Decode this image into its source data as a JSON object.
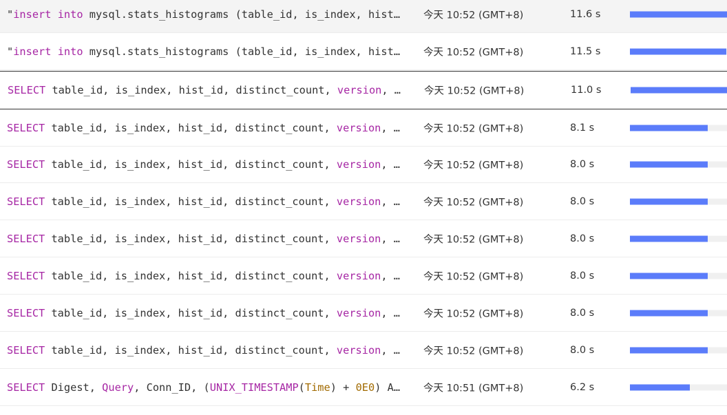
{
  "colors": {
    "bar_fill": "#5b7cfa",
    "keyword": "#a626a4",
    "number": "#a16a00",
    "text": "#333333"
  },
  "rows": [
    {
      "sql": [
        {
          "t": "\"",
          "k": "plain"
        },
        {
          "t": "insert",
          "k": "kw"
        },
        {
          "t": " ",
          "k": "plain"
        },
        {
          "t": "into",
          "k": "kw"
        },
        {
          "t": " mysql.stats_histograms (table_id, is_index, hist_id, distinct_count, version, null_count, tot_col_size, modify_count, stats_ver",
          "k": "plain"
        }
      ],
      "time": "今天 10:52 (GMT+8)",
      "duration": "11.6 s",
      "fraction": 1.0
    },
    {
      "sql": [
        {
          "t": "\"",
          "k": "plain"
        },
        {
          "t": "insert",
          "k": "kw"
        },
        {
          "t": " ",
          "k": "plain"
        },
        {
          "t": "into",
          "k": "kw"
        },
        {
          "t": " mysql.stats_histograms (table_id, is_index, hist_id, distinct_count, version, null_count, tot_col_size, modify_count, stats_ver",
          "k": "plain"
        }
      ],
      "time": "今天 10:52 (GMT+8)",
      "duration": "11.5 s",
      "fraction": 0.99
    },
    {
      "sql": [
        {
          "t": "SELECT",
          "k": "kw"
        },
        {
          "t": " table_id, is_index, hist_id, distinct_count, ",
          "k": "plain"
        },
        {
          "t": "version",
          "k": "kw"
        },
        {
          "t": ", null_count, tot_col_size, stats_ver, flag, correlation",
          "k": "plain"
        }
      ],
      "time": "今天 10:52 (GMT+8)",
      "duration": "11.0 s",
      "fraction": 0.99
    },
    {
      "sql": [
        {
          "t": "SELECT",
          "k": "kw"
        },
        {
          "t": " table_id, is_index, hist_id, distinct_count, ",
          "k": "plain"
        },
        {
          "t": "version",
          "k": "kw"
        },
        {
          "t": ", null_count, tot_col_size, stats_ver, flag, correlation",
          "k": "plain"
        }
      ],
      "time": "今天 10:52 (GMT+8)",
      "duration": "8.1 s",
      "fraction": 0.8
    },
    {
      "sql": [
        {
          "t": "SELECT",
          "k": "kw"
        },
        {
          "t": " table_id, is_index, hist_id, distinct_count, ",
          "k": "plain"
        },
        {
          "t": "version",
          "k": "kw"
        },
        {
          "t": ", null_count, tot_col_size, stats_ver, flag, correlation",
          "k": "plain"
        }
      ],
      "time": "今天 10:52 (GMT+8)",
      "duration": "8.0 s",
      "fraction": 0.8
    },
    {
      "sql": [
        {
          "t": "SELECT",
          "k": "kw"
        },
        {
          "t": " table_id, is_index, hist_id, distinct_count, ",
          "k": "plain"
        },
        {
          "t": "version",
          "k": "kw"
        },
        {
          "t": ", null_count, tot_col_size, stats_ver, flag, correlation",
          "k": "plain"
        }
      ],
      "time": "今天 10:52 (GMT+8)",
      "duration": "8.0 s",
      "fraction": 0.8
    },
    {
      "sql": [
        {
          "t": "SELECT",
          "k": "kw"
        },
        {
          "t": " table_id, is_index, hist_id, distinct_count, ",
          "k": "plain"
        },
        {
          "t": "version",
          "k": "kw"
        },
        {
          "t": ", null_count, tot_col_size, stats_ver, flag, correlation",
          "k": "plain"
        }
      ],
      "time": "今天 10:52 (GMT+8)",
      "duration": "8.0 s",
      "fraction": 0.8
    },
    {
      "sql": [
        {
          "t": "SELECT",
          "k": "kw"
        },
        {
          "t": " table_id, is_index, hist_id, distinct_count, ",
          "k": "plain"
        },
        {
          "t": "version",
          "k": "kw"
        },
        {
          "t": ", null_count, tot_col_size, stats_ver, flag, correlation",
          "k": "plain"
        }
      ],
      "time": "今天 10:52 (GMT+8)",
      "duration": "8.0 s",
      "fraction": 0.8
    },
    {
      "sql": [
        {
          "t": "SELECT",
          "k": "kw"
        },
        {
          "t": " table_id, is_index, hist_id, distinct_count, ",
          "k": "plain"
        },
        {
          "t": "version",
          "k": "kw"
        },
        {
          "t": ", null_count, tot_col_size, stats_ver, flag, correlation",
          "k": "plain"
        }
      ],
      "time": "今天 10:52 (GMT+8)",
      "duration": "8.0 s",
      "fraction": 0.8
    },
    {
      "sql": [
        {
          "t": "SELECT",
          "k": "kw"
        },
        {
          "t": " table_id, is_index, hist_id, distinct_count, ",
          "k": "plain"
        },
        {
          "t": "version",
          "k": "kw"
        },
        {
          "t": ", null_count, tot_col_size, stats_ver, flag, correlation",
          "k": "plain"
        }
      ],
      "time": "今天 10:52 (GMT+8)",
      "duration": "8.0 s",
      "fraction": 0.8
    },
    {
      "sql": [
        {
          "t": "SELECT",
          "k": "kw"
        },
        {
          "t": " Digest, ",
          "k": "plain"
        },
        {
          "t": "Query",
          "k": "kw"
        },
        {
          "t": ", Conn_ID, (",
          "k": "plain"
        },
        {
          "t": "UNIX_TIMESTAMP",
          "k": "kw"
        },
        {
          "t": "(",
          "k": "plain"
        },
        {
          "t": "Time",
          "k": "num"
        },
        {
          "t": ") + ",
          "k": "plain"
        },
        {
          "t": "0E0",
          "k": "num"
        },
        {
          "t": ") AS timestamp, Query_time",
          "k": "plain"
        }
      ],
      "time": "今天 10:51 (GMT+8)",
      "duration": "6.2 s",
      "fraction": 0.62
    }
  ]
}
